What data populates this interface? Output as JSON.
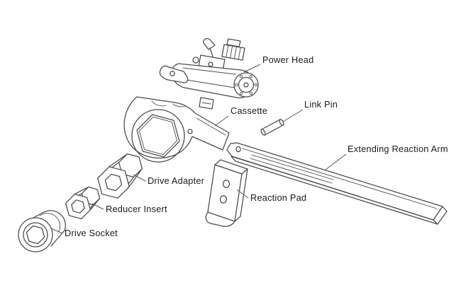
{
  "diagram": {
    "background_color": "#ffffff",
    "line_color": "#4a4a4a",
    "label_color": "#1b1b1b",
    "labels": {
      "power_head": "Power Head",
      "cassette": "Cassette",
      "link_pin": "Link Pin",
      "extending_reaction_arm": "Extending Reaction Arm",
      "reaction_pad": "Reaction Pad",
      "drive_adapter": "Drive Adapter",
      "reducer_insert": "Reducer Insert",
      "drive_socket": "Drive Socket"
    }
  }
}
